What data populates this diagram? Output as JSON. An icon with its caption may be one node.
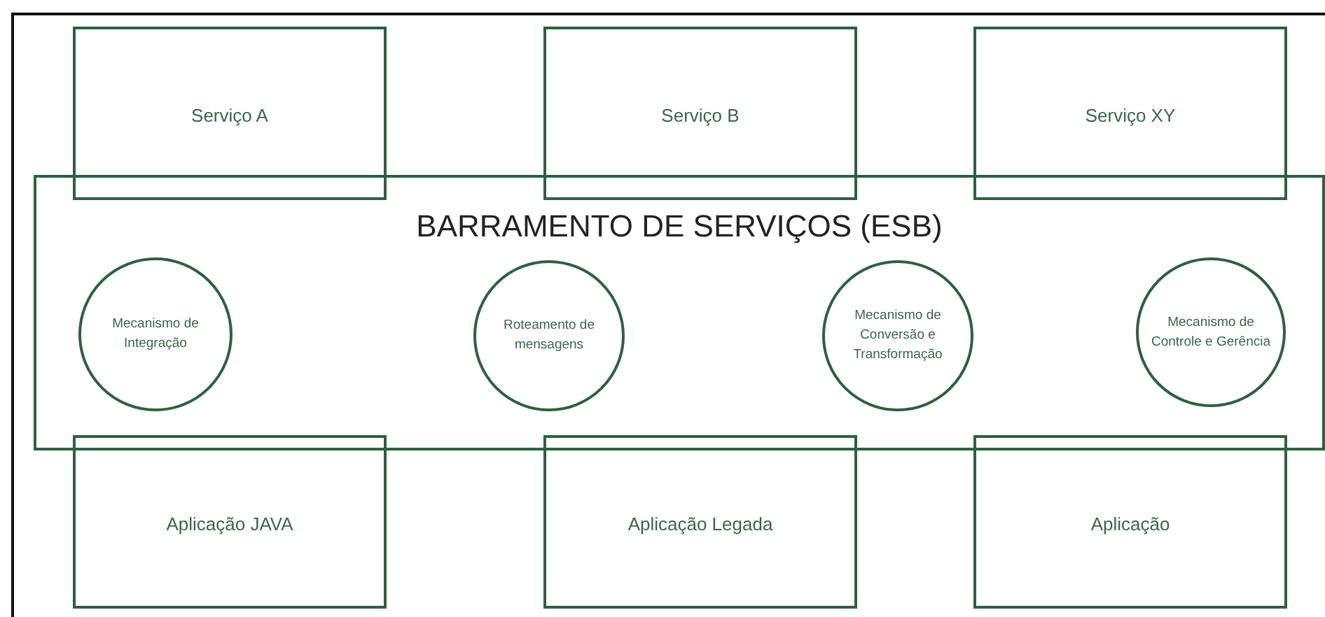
{
  "diagram": {
    "nodes": [
      {
        "text": [
          "Serviço A"
        ]
      },
      {
        "text": [
          "Serviço B"
        ]
      },
      {
        "text": [
          "Serviço XY"
        ]
      },
      {
        "text": [
          "BARRAMENTO DE SERVIÇOS (ESB)"
        ]
      },
      {
        "text": [
          "Mecanismo de Integração"
        ],
        "in": 3
      },
      {
        "text": [
          "Roteamento de mensagens"
        ],
        "in": 3
      },
      {
        "text": [
          "Mecanismo de Conversão e Transformação"
        ],
        "in": 3
      },
      {
        "text": [
          "Mecanismo de Controle e Gerência"
        ],
        "in": 3
      },
      {
        "text": [
          "Aplicação JAVA"
        ]
      },
      {
        "text": [
          "Aplicação Legada"
        ]
      },
      {
        "text": [
          "Aplicação"
        ]
      }
    ]
  }
}
